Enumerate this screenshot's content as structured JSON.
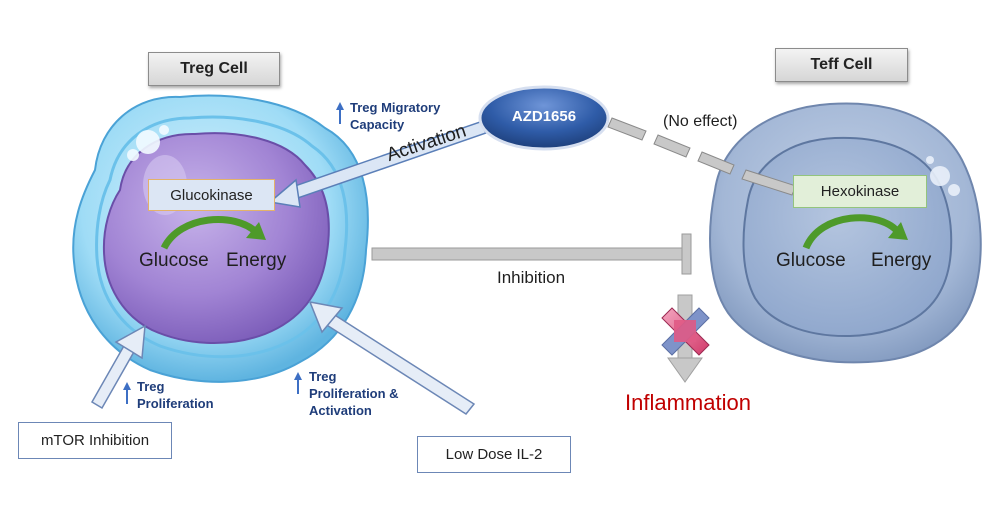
{
  "treg": {
    "title": "Treg Cell",
    "enzyme": "Glucokinase",
    "substrate": "Glucose",
    "product": "Energy"
  },
  "teff": {
    "title": "Teff Cell",
    "enzyme": "Hexokinase",
    "substrate": "Glucose",
    "product": "Energy"
  },
  "drug": "AZD1656",
  "edges": {
    "activation": "Activation",
    "no_effect": "(No effect)",
    "inhibition": "Inhibition"
  },
  "effects": {
    "migratory_line1": "Treg Migratory",
    "migratory_line2": "Capacity",
    "proliferation_line1": "Treg",
    "proliferation_line2": "Proliferation",
    "prolif_act_line1": "Treg",
    "prolif_act_line2": "Proliferation &",
    "prolif_act_line3": "Activation"
  },
  "inputs": {
    "mtor": "mTOR Inhibition",
    "il2": "Low Dose IL-2"
  },
  "outcome": "Inflammation",
  "colors": {
    "treg_nucleus": "#a184d4",
    "treg_membrane": "#8fd3f2",
    "teff_body": "#a8bbd8",
    "drug_oval": "#2f5ca8",
    "inflammation_text": "#c00000",
    "enzyme_green": "#e2efd9",
    "enzyme_blue": "#dce6f4"
  }
}
